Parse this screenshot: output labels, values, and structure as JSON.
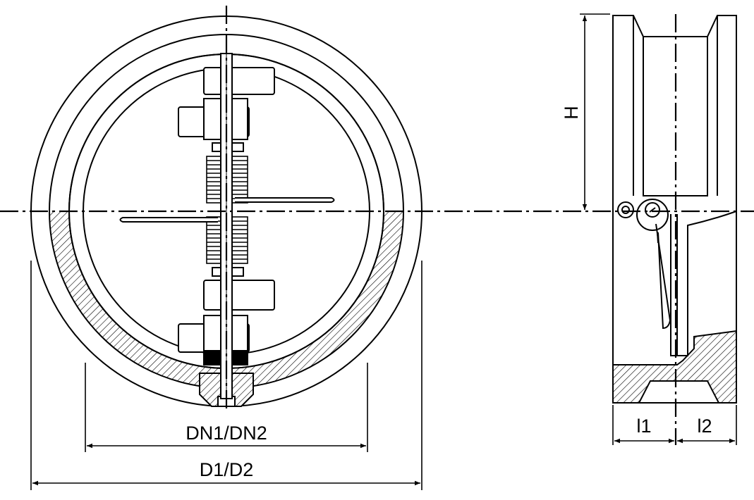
{
  "labels": {
    "dn": "DN1/DN2",
    "d": "D1/D2",
    "h": "H",
    "l1": "l1",
    "l2": "l2"
  },
  "colors": {
    "line": "#000000",
    "background": "#ffffff"
  }
}
